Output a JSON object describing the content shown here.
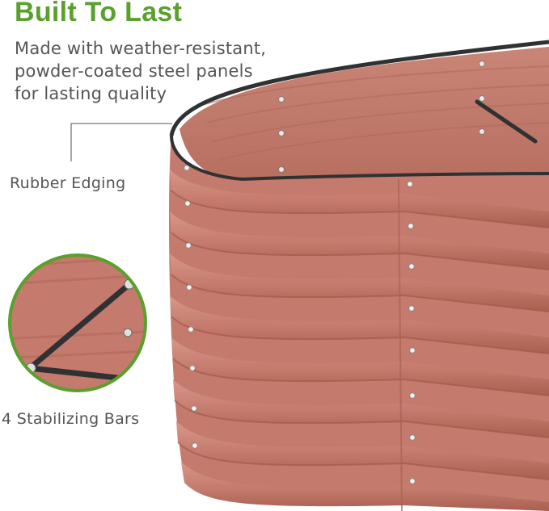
{
  "headline": "Built To Last",
  "description": {
    "lines": [
      "Made with weather-resistant,",
      "powder-coated steel panels",
      "for lasting quality"
    ]
  },
  "callouts": {
    "rubber_edging": "Rubber Edging",
    "stabilizing_bars": "4 Stabilizing Bars"
  },
  "colors": {
    "headline": "#5aa02c",
    "text": "#555555",
    "bed": "#c98274",
    "edging": "#2f3133",
    "zoom_ring": "#5aa02c"
  }
}
